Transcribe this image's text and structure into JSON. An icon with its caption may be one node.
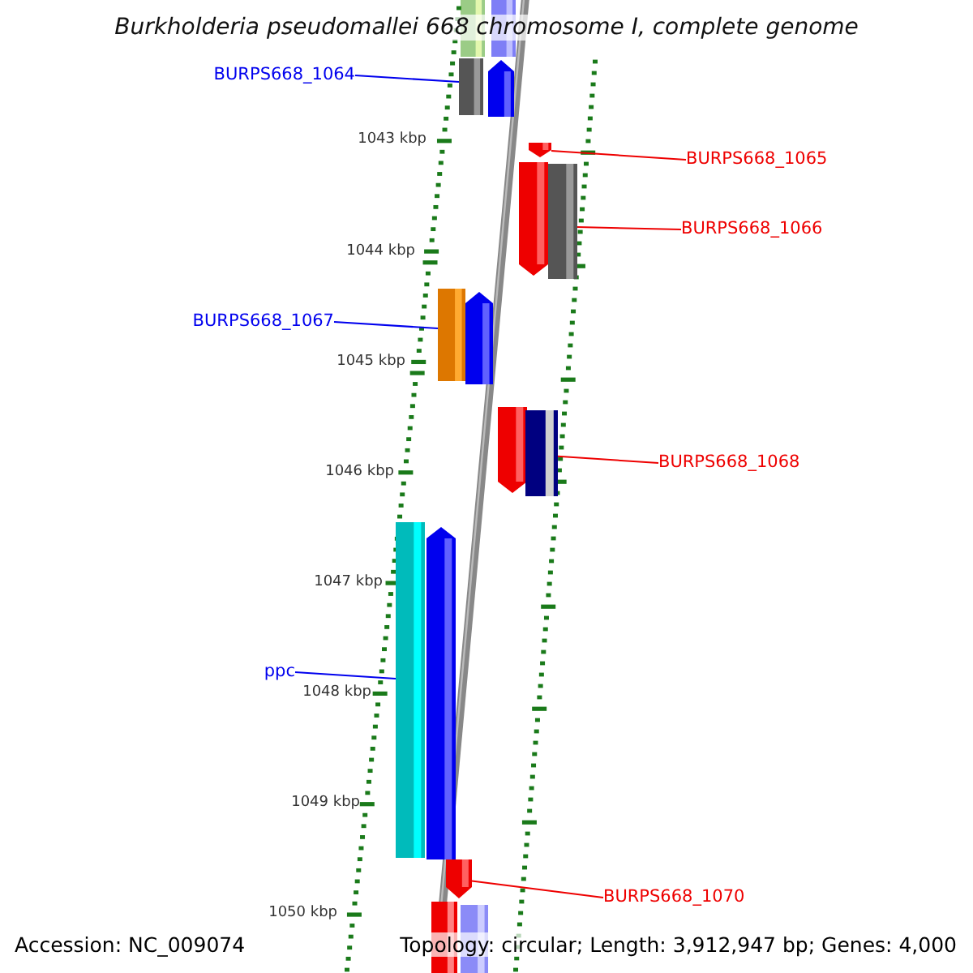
{
  "diagram": {
    "title": "Burkholderia pseudomallei 668 chromosome I, complete genome",
    "nodes": [
      {
        "text": [],
        "shape": "bar"
      },
      {
        "text": [],
        "shape": "bar"
      },
      {
        "text": [
          "BURPS668_1064"
        ]
      },
      {
        "text": [],
        "shape": "bar"
      },
      {
        "text": [],
        "shape": "bar"
      },
      {
        "text": [],
        "shape": "bar"
      },
      {
        "text": [
          "BURPS668_1065"
        ]
      },
      {
        "text": [],
        "shape": "bar"
      },
      {
        "text": [],
        "shape": "bar"
      },
      {
        "text": [
          "BURPS668_1066"
        ]
      },
      {
        "text": [
          "BURPS668_1067"
        ]
      },
      {
        "text": [],
        "shape": "bar"
      },
      {
        "text": [],
        "shape": "bar"
      },
      {
        "text": [],
        "shape": "bar"
      },
      {
        "text": [],
        "shape": "bar"
      },
      {
        "text": [
          "BURPS668_1068"
        ]
      },
      {
        "text": [],
        "shape": "bar"
      },
      {
        "text": [],
        "shape": "bar"
      },
      {
        "text": [
          "ppc"
        ]
      },
      {
        "text": [],
        "shape": "bar"
      },
      {
        "text": [
          "BURPS668_1070"
        ]
      },
      {
        "text": [],
        "shape": "bar"
      },
      {
        "text": [],
        "shape": "bar"
      }
    ],
    "edges": [
      {
        "from": 2,
        "to": 3,
        "arrow": "none",
        "color": "#0000ee"
      },
      {
        "from": 6,
        "to": 5,
        "arrow": "none"
      },
      {
        "from": 9,
        "to": 8,
        "arrow": "none"
      },
      {
        "from": 10,
        "to": 11,
        "arrow": "none",
        "color": "#0000ee"
      },
      {
        "from": 15,
        "to": 13,
        "arrow": "none"
      },
      {
        "from": 18,
        "to": 16,
        "arrow": "none",
        "color": "#0000ee"
      },
      {
        "from": 20,
        "to": 19,
        "arrow": "none"
      }
    ],
    "labels": [
      "1043 kbp",
      "1044 kbp",
      "1045 kbp",
      "1046 kbp",
      "1047 kbp",
      "1048 kbp",
      "1049 kbp",
      "1050 kbp",
      "Accession: NC_009074",
      "Topology: circular; Length: 3,912,947 bp; Genes: 4,000"
    ]
  }
}
